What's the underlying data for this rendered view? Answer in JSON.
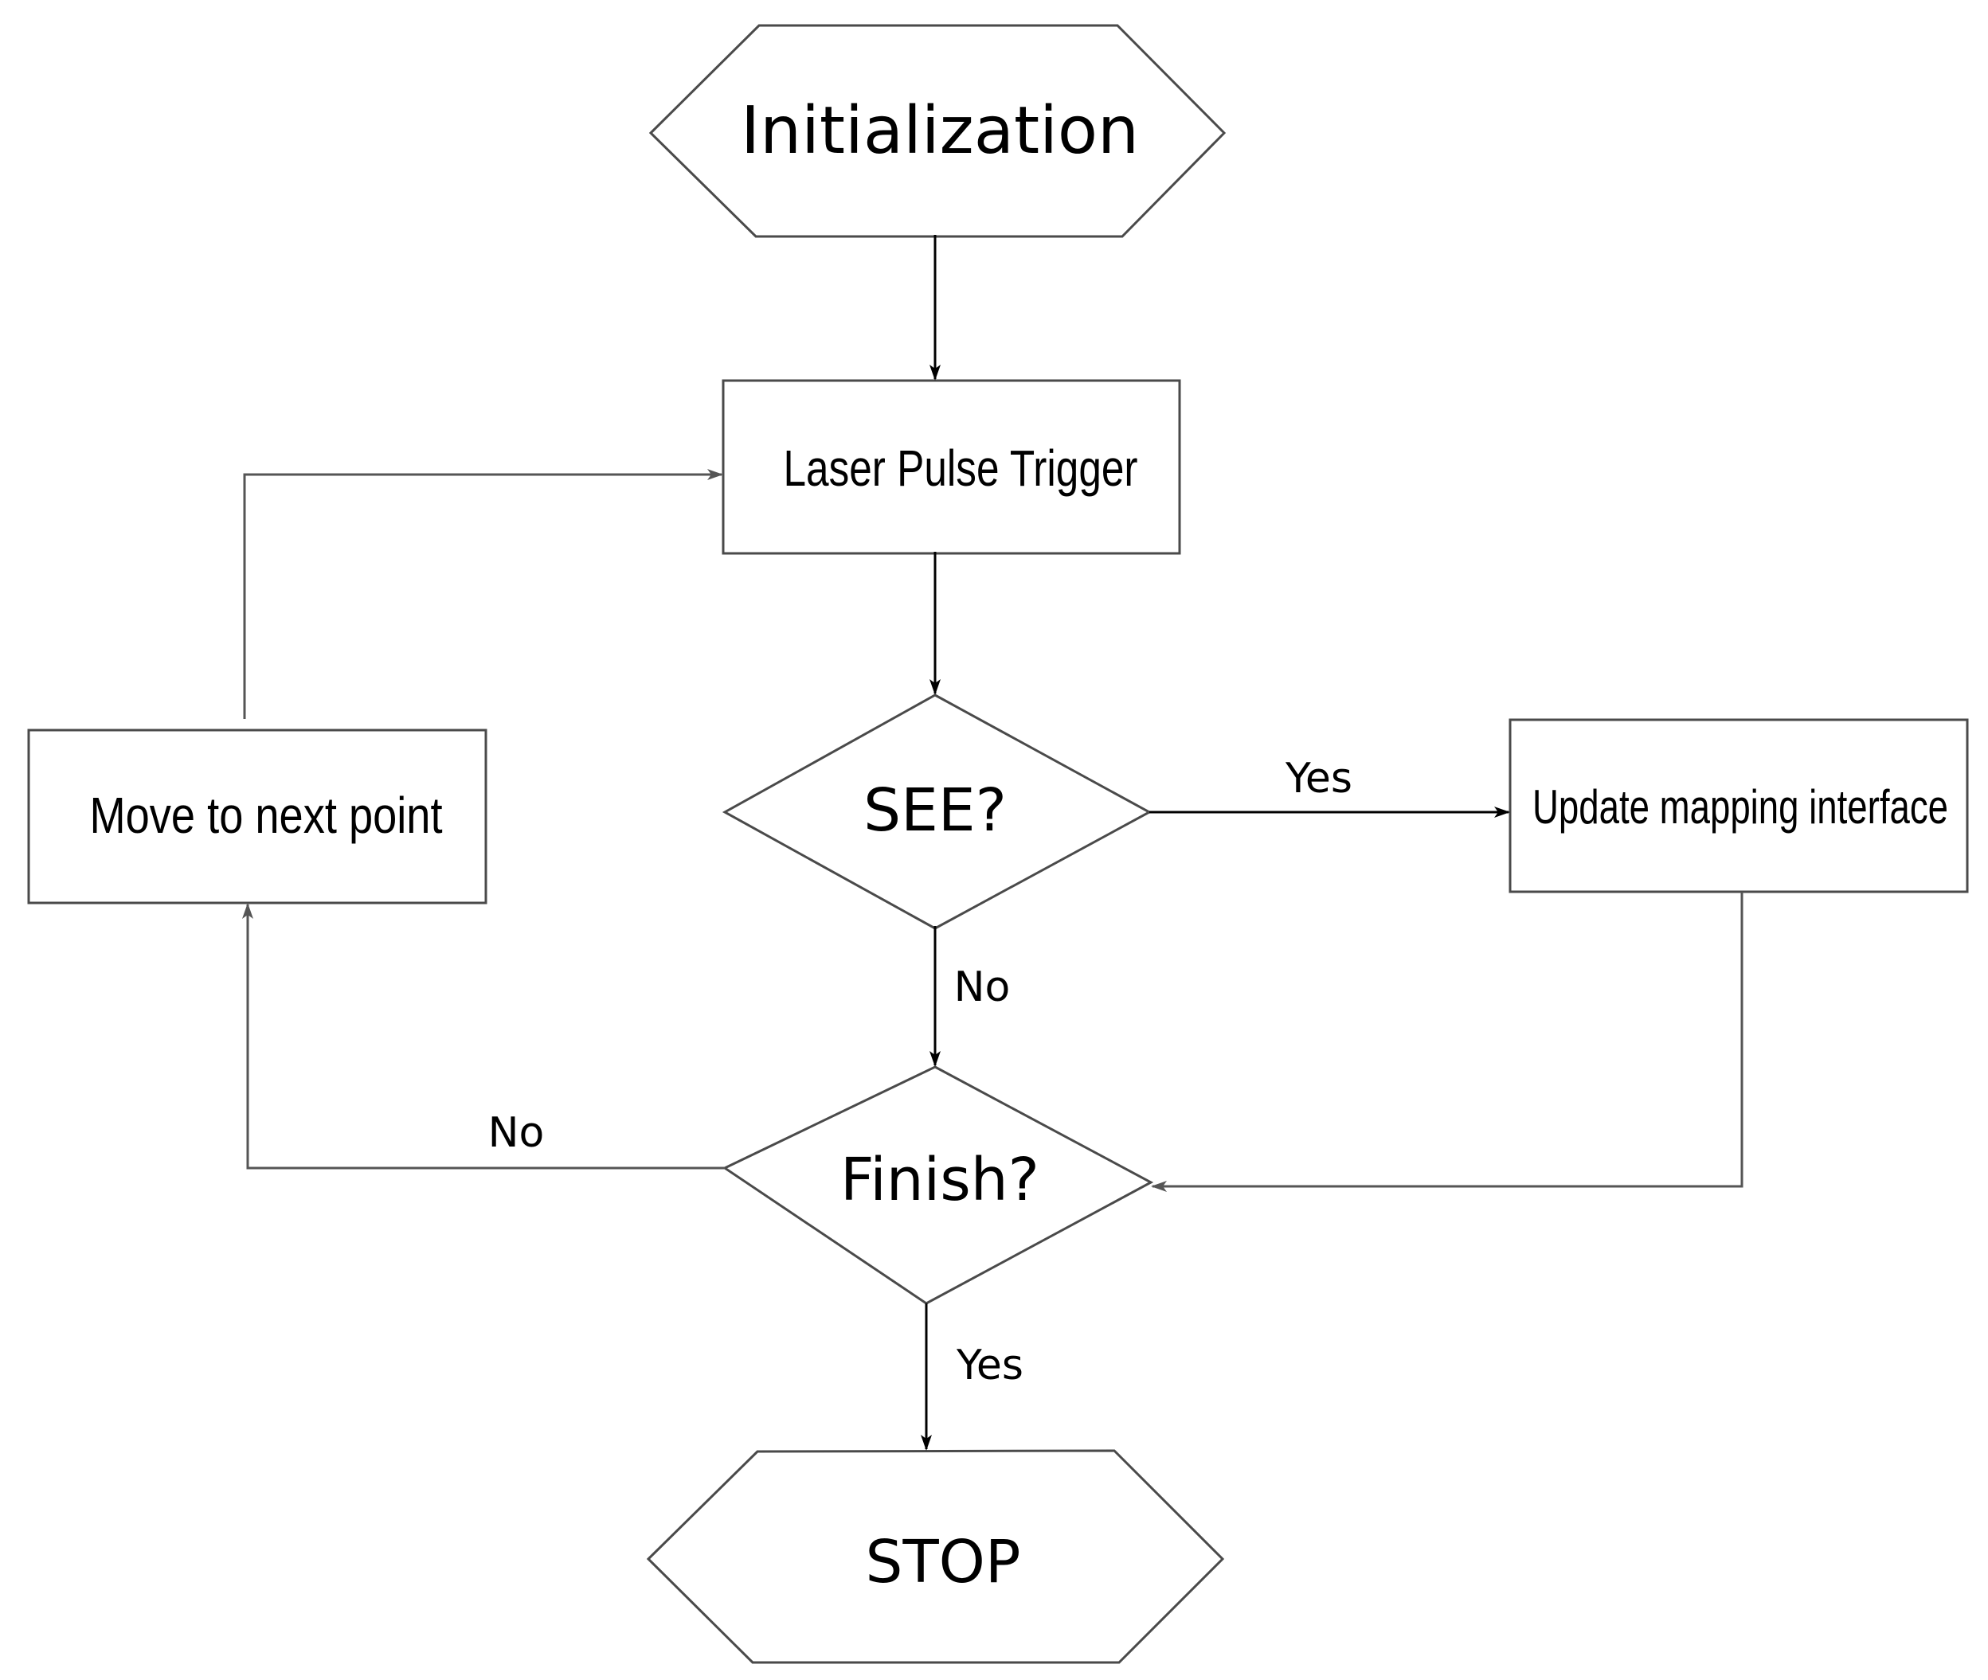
{
  "nodes": {
    "initialization": "Initialization",
    "laser_pulse_trigger": "Laser Pulse Trigger",
    "see_decision": "SEE?",
    "update_mapping": "Update mapping interface",
    "move_next_point": "Move to next point",
    "finish_decision": "Finish?",
    "stop": "STOP"
  },
  "edge_labels": {
    "see_yes": "Yes",
    "see_no": "No",
    "finish_no": "No",
    "finish_yes": "Yes"
  }
}
